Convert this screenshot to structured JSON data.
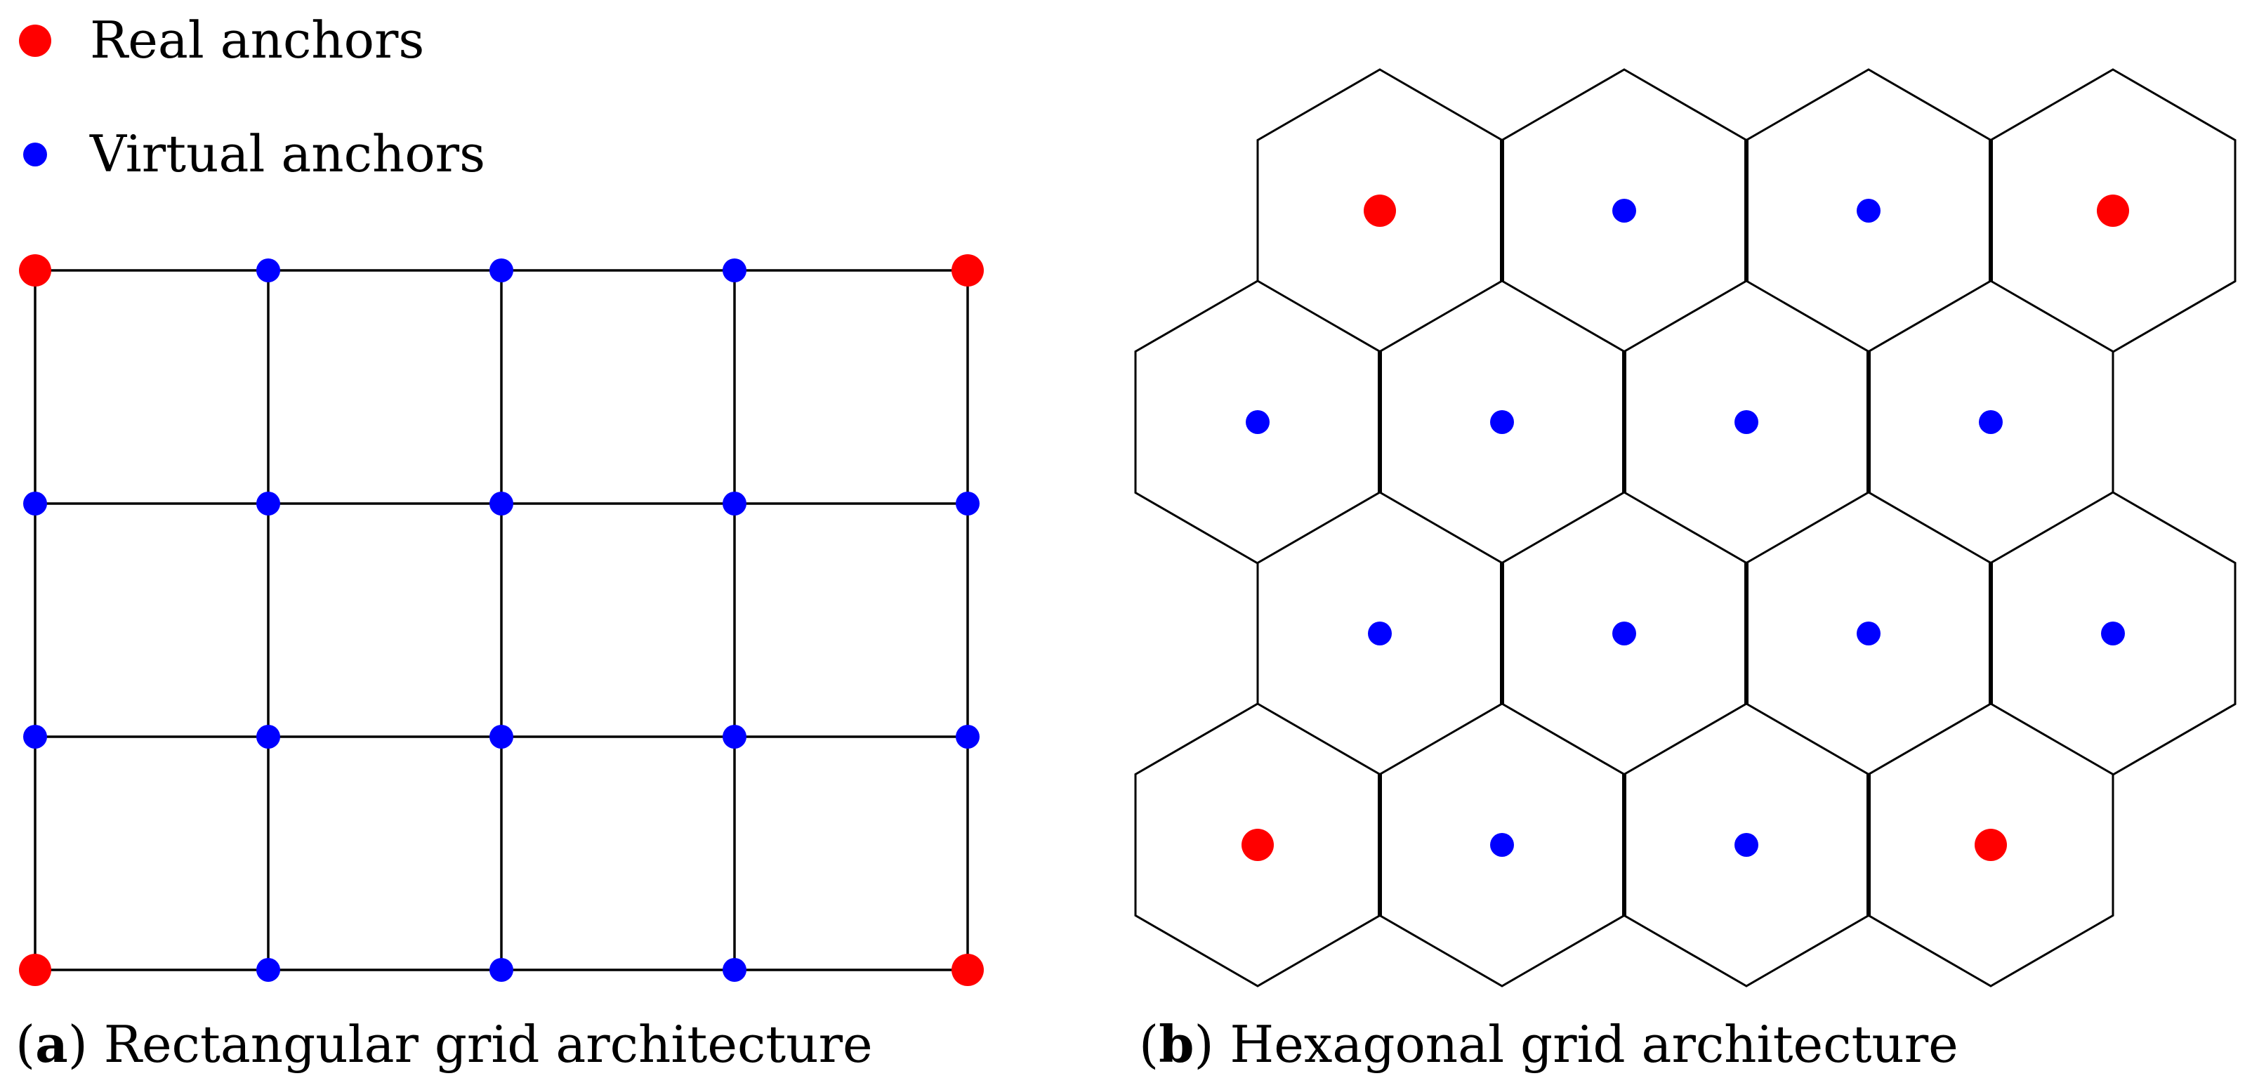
{
  "legend": {
    "real_label": "Real anchors",
    "virtual_label": "Virtual anchors"
  },
  "colors": {
    "real": "#ff0000",
    "virtual": "#0000ff",
    "line": "#000000"
  },
  "panel_a": {
    "caption_letter": "a",
    "caption_text": "Rectangular grid architecture",
    "columns": 5,
    "rows": 4,
    "real_anchor_nodes": [
      [
        0,
        0
      ],
      [
        4,
        0
      ],
      [
        0,
        3
      ],
      [
        4,
        3
      ]
    ]
  },
  "panel_b": {
    "caption_letter": "b",
    "caption_text": "Hexagonal grid architecture",
    "hex_rows": [
      {
        "offset": 1,
        "count": 4
      },
      {
        "offset": 0,
        "count": 4
      },
      {
        "offset": 1,
        "count": 4
      },
      {
        "offset": 0,
        "count": 4
      }
    ],
    "real_anchor_cells": [
      [
        0,
        0
      ],
      [
        0,
        3
      ],
      [
        3,
        0
      ],
      [
        3,
        3
      ]
    ]
  }
}
